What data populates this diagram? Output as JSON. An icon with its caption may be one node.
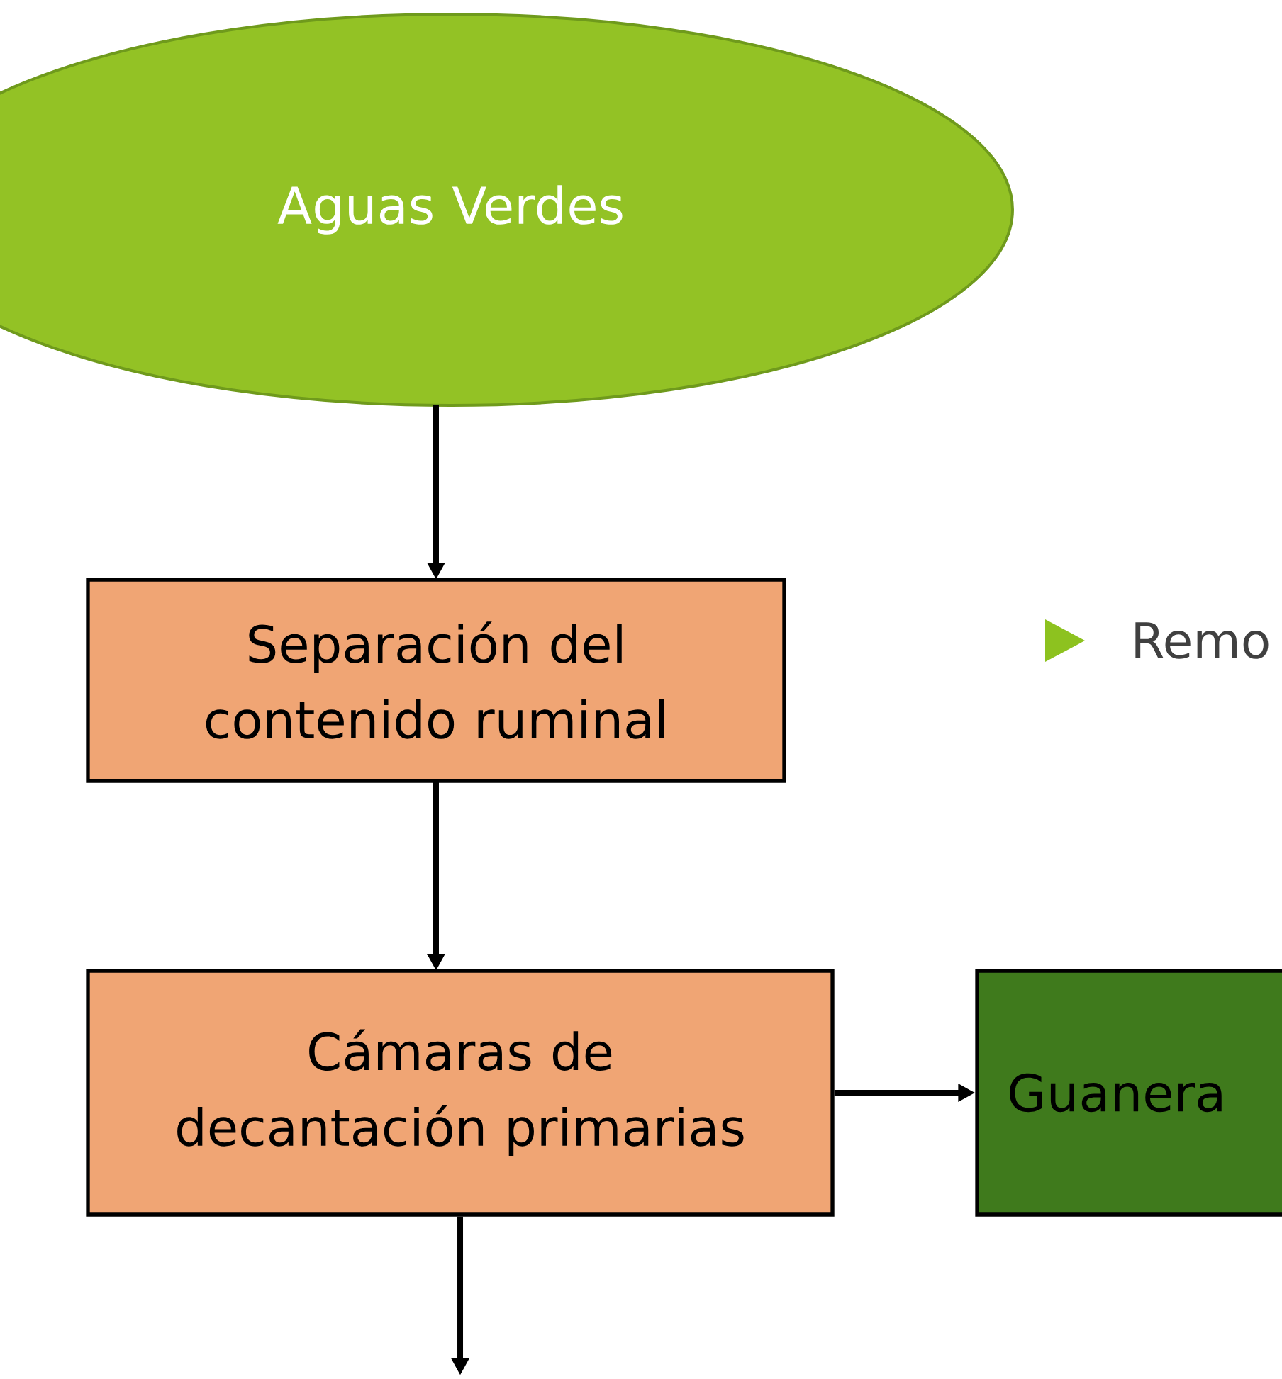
{
  "diagram": {
    "nodes": [
      {
        "text": [
          "Aguas Verdes"
        ]
      },
      {
        "text": [
          "Separación del contenido ruminal"
        ]
      },
      {
        "text": [
          "Cámaras de decantación primarias"
        ]
      },
      {
        "text": [
          "Guanera"
        ]
      }
    ],
    "edges": [
      {
        "from": 0,
        "to": 1,
        "arrow": "to"
      },
      {
        "from": 1,
        "to": 2,
        "arrow": "to"
      },
      {
        "from": 2,
        "to": 3,
        "arrow": "to"
      },
      {
        "from": 2,
        "to": null,
        "arrow": "to"
      }
    ],
    "labels": [
      "Remo"
    ]
  }
}
